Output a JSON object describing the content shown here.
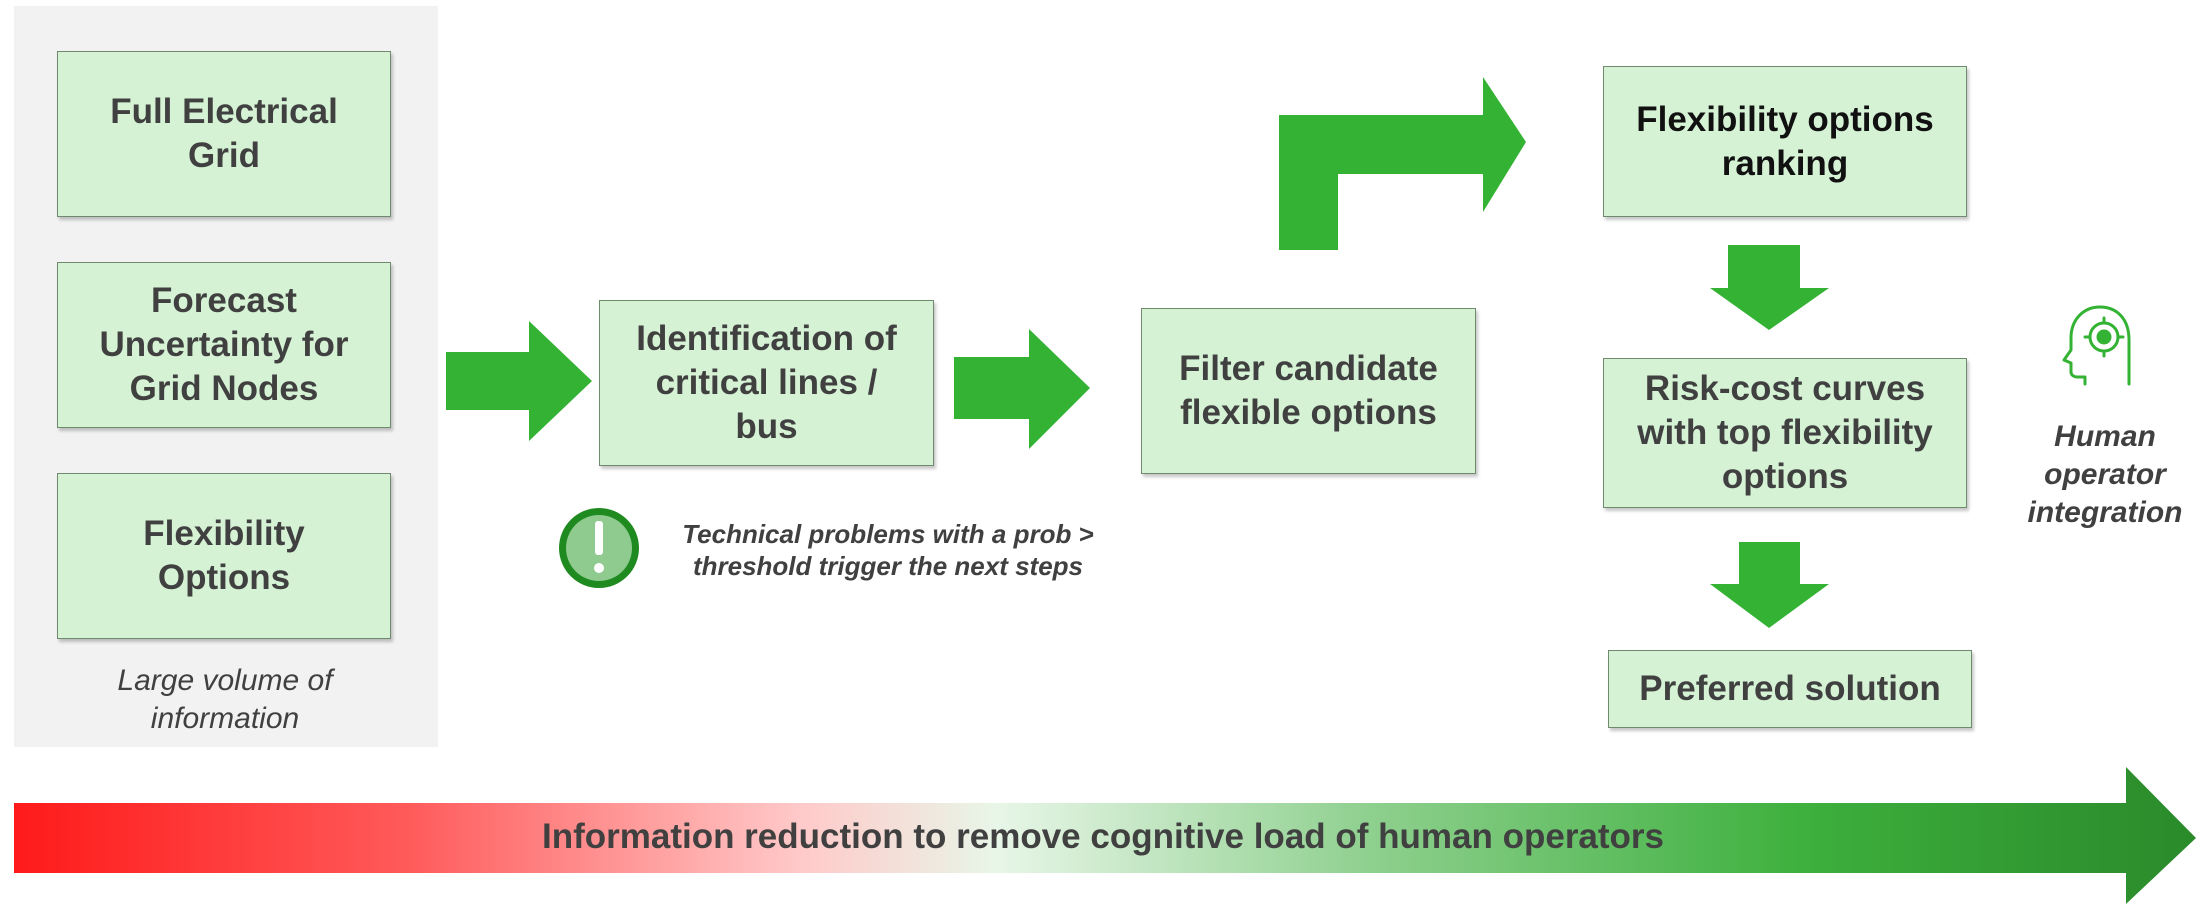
{
  "inputs": {
    "grid": "Full Electrical\nGrid",
    "forecast": "Forecast\nUncertainty for\nGrid Nodes",
    "flexibility": "Flexibility\nOptions",
    "caption": "Large volume of\ninformation"
  },
  "steps": {
    "identification": "Identification of\ncritical lines /\nbus",
    "filter": "Filter candidate\nflexible options",
    "ranking": "Flexibility options\nranking",
    "risk_cost": "Risk-cost curves\nwith top flexibility\noptions",
    "preferred": "Preferred solution"
  },
  "note": {
    "text": "Technical problems with a prob >\nthreshold trigger the next steps",
    "icon": "exclamation-icon"
  },
  "human": {
    "label": "Human\noperator\nintegration",
    "icon": "human-head-target-icon"
  },
  "banner": {
    "text": "Information reduction  to remove cognitive load of human operators",
    "start_color": "#ff1a1a",
    "end_color": "#2e8b2e"
  },
  "colors": {
    "box_fill": "#d5f2d5",
    "arrow": "#33b233",
    "text": "#404040"
  }
}
